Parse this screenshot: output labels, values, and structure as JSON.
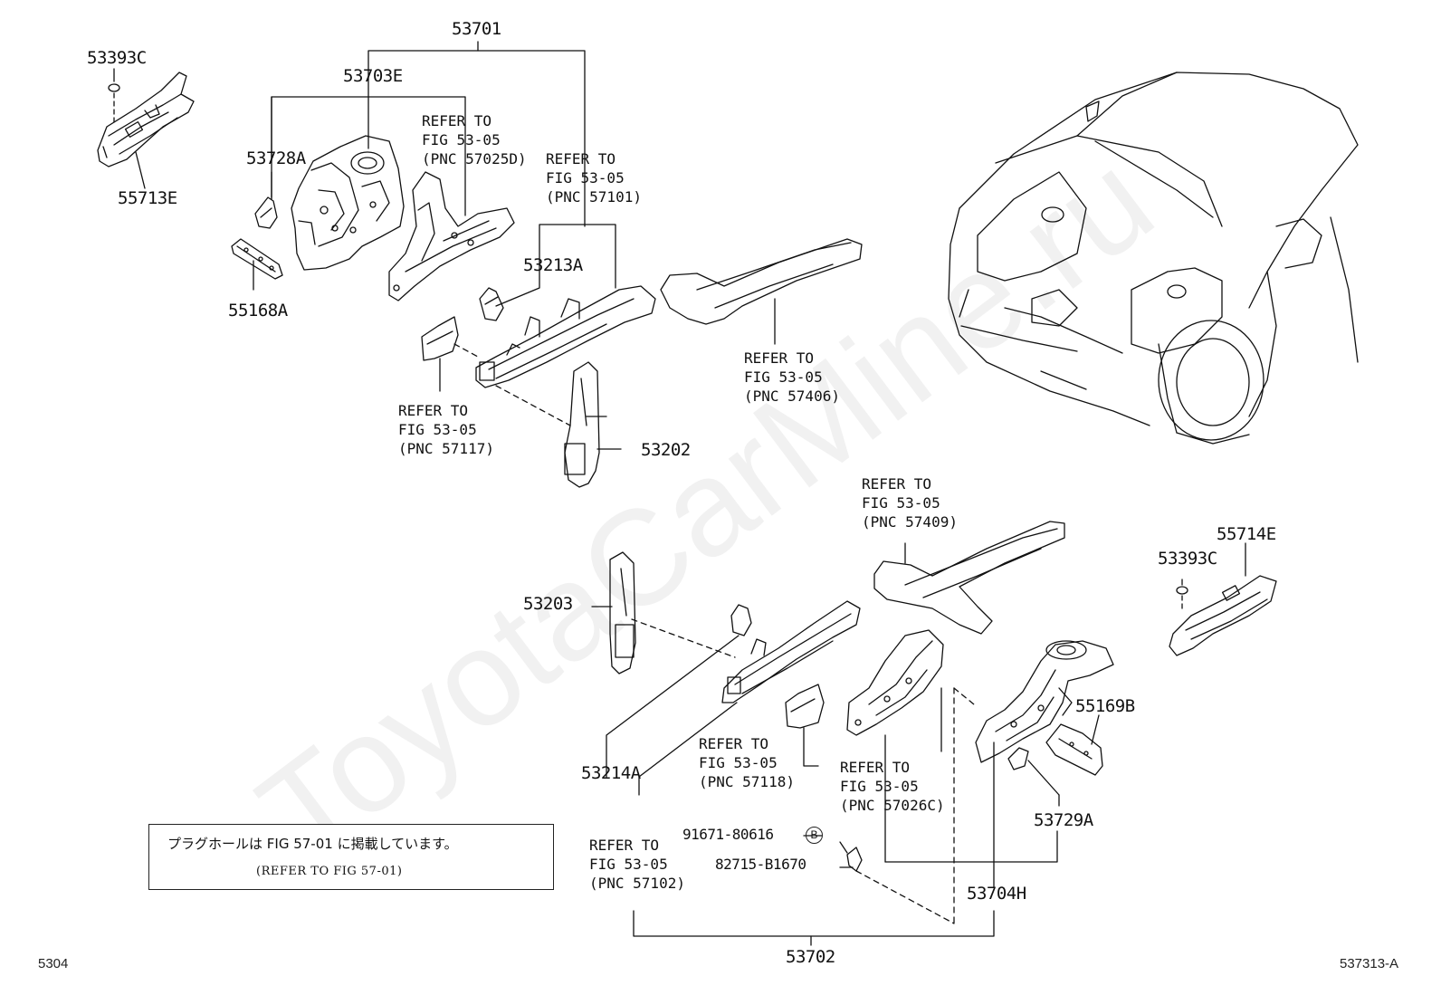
{
  "diagram": {
    "part_labels": {
      "p53701": "53701",
      "p53703E": "53703E",
      "p53393C_left": "53393C",
      "p55713E": "55713E",
      "p53728A": "53728A",
      "p55168A": "55168A",
      "p53213A": "53213A",
      "p53202": "53202",
      "p53203": "53203",
      "p53214A": "53214A",
      "p55714E": "55714E",
      "p53393C_right": "53393C",
      "p55169B": "55169B",
      "p53729A": "53729A",
      "p53704H": "53704H",
      "p53702": "53702",
      "p91671": "91671-80616",
      "p82715": "82715-B1670",
      "circle_mark": "B"
    },
    "references": {
      "ref_57025D": [
        "REFER TO",
        "FIG 53-05",
        "(PNC 57025D)"
      ],
      "ref_57101": [
        "REFER TO",
        "FIG 53-05",
        "(PNC 57101)"
      ],
      "ref_57406": [
        "REFER TO",
        "FIG 53-05",
        "(PNC 57406)"
      ],
      "ref_57117": [
        "REFER TO",
        "FIG 53-05",
        "(PNC 57117)"
      ],
      "ref_57409": [
        "REFER TO",
        "FIG 53-05",
        "(PNC 57409)"
      ],
      "ref_57118": [
        "REFER TO",
        "FIG 53-05",
        "(PNC 57118)"
      ],
      "ref_57026C": [
        "REFER TO",
        "FIG 53-05",
        "(PNC 57026C)"
      ],
      "ref_57102": [
        "REFER TO",
        "FIG 53-05",
        "(PNC 57102)"
      ]
    },
    "note": {
      "japanese": "プラグホールは FIG 57-01 に掲載しています。",
      "english": "(REFER TO FIG 57-01)"
    },
    "footer": {
      "page_code": "5304",
      "figure_code": "537313-A"
    },
    "watermark": "ToyotaCarMine.ru"
  },
  "colors": {
    "line": "#111111",
    "watermark": "#000000",
    "background": "#ffffff"
  }
}
